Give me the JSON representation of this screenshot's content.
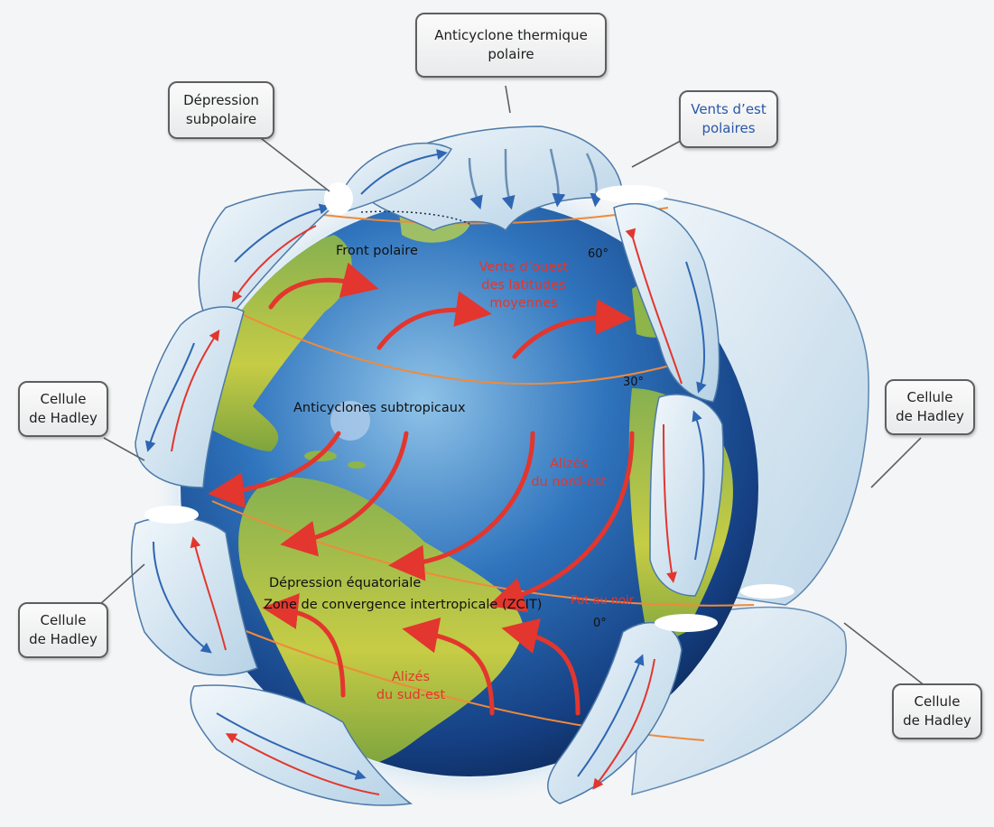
{
  "callouts": {
    "anticyclone_polaire": "Anticyclone thermique\npolaire",
    "depression_subpolaire": "Dépression\nsubpolaire",
    "vents_est_polaires": "Vents d’est\npolaires",
    "hadley_left_upper": "Cellule\nde Hadley",
    "hadley_right_upper": "Cellule\nde Hadley",
    "hadley_left_lower": "Cellule\nde Hadley",
    "hadley_right_lower": "Cellule\nde Hadley"
  },
  "labels": {
    "front_polaire": "Front polaire",
    "vents_ouest": "Vents d’ouest\ndes latitudes\nmoyennes",
    "lat_60": "60°",
    "lat_30": "30°",
    "lat_0": "0°",
    "anticyclones_subtropicaux": "Anticyclones subtropicaux",
    "alizes_nord_est": "Alizés\ndu nord-est",
    "depression_equatoriale": "Dépression équatoriale",
    "zcit": "Zone de convergence intertropicale (ZCIT)",
    "pot_au_noir": "Pot au noir",
    "alizes_sud_est": "Alizés\ndu sud-est"
  },
  "colors": {
    "ocean": "#1f5ea6",
    "land": "#a8c24a",
    "wind_arrow": "#e23a2c",
    "latitude_line": "#f08a3a",
    "cell": "#cfe3ef",
    "cell_blue_arrow": "#2f66b3",
    "label_blue": "#2a57a8"
  }
}
